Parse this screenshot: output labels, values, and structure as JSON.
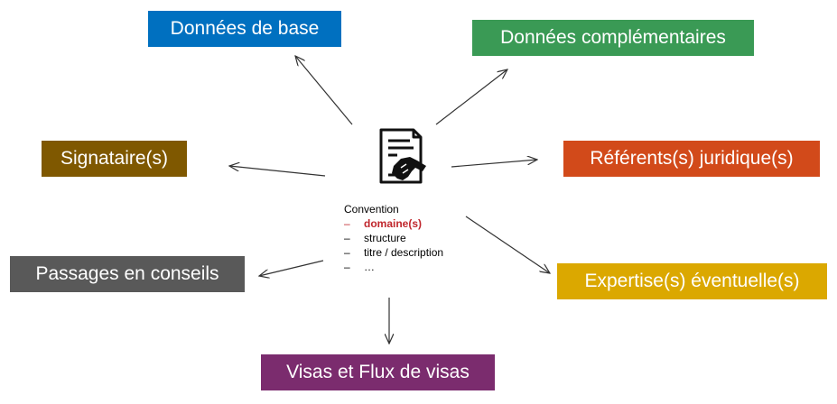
{
  "center": {
    "title": "Convention",
    "items": [
      {
        "label": "domaine(s)",
        "highlight": true
      },
      {
        "label": "structure",
        "highlight": false
      },
      {
        "label": "titre / description",
        "highlight": false
      },
      {
        "label": "…",
        "highlight": false
      }
    ],
    "icon": "contract-handshake-icon",
    "highlight_color": "#c0272d"
  },
  "boxes": {
    "base": {
      "label": "Données de base",
      "color": "#0070c0"
    },
    "comp": {
      "label": "Données complémentaires",
      "color": "#3a9a55"
    },
    "signataire": {
      "label": "Signataire(s)",
      "color": "#7f5800"
    },
    "referents": {
      "label": "Référents(s) juridique(s)",
      "color": "#d24a1a"
    },
    "passages": {
      "label": "Passages en conseils",
      "color": "#595959"
    },
    "expertise": {
      "label": "Expertise(s) éventuelle(s)",
      "color": "#dba800"
    },
    "visas": {
      "label": "Visas et Flux de visas",
      "color": "#7b2c6e"
    }
  }
}
